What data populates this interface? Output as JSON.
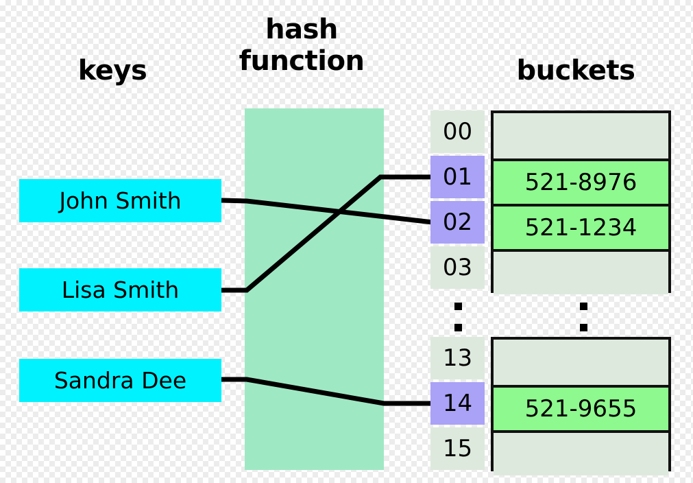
{
  "headings": {
    "keys": "keys",
    "hash_function": "hash\nfunction",
    "buckets": "buckets"
  },
  "keys": [
    {
      "label": "John Smith"
    },
    {
      "label": "Lisa Smith"
    },
    {
      "label": "Sandra Dee"
    }
  ],
  "indices": [
    {
      "label": "00",
      "active": false
    },
    {
      "label": "01",
      "active": true
    },
    {
      "label": "02",
      "active": true
    },
    {
      "label": "03",
      "active": false
    },
    {
      "label": "13",
      "active": false
    },
    {
      "label": "14",
      "active": true
    },
    {
      "label": "15",
      "active": false
    }
  ],
  "buckets_top": [
    {
      "value": "",
      "filled": false
    },
    {
      "value": "521-8976",
      "filled": true
    },
    {
      "value": "521-1234",
      "filled": true
    },
    {
      "value": "",
      "filled": false
    }
  ],
  "buckets_bottom": [
    {
      "value": "",
      "filled": false
    },
    {
      "value": "521-9655",
      "filled": true
    },
    {
      "value": "",
      "filled": false
    }
  ],
  "separators": {
    "index_ellipsis": "vertical-ellipsis",
    "bucket_ellipsis": "vertical-ellipsis"
  },
  "mappings": [
    {
      "from": "John Smith",
      "to": "02"
    },
    {
      "from": "Lisa Smith",
      "to": "01"
    },
    {
      "from": "Sandra Dee",
      "to": "14"
    }
  ],
  "colors": {
    "key_box": "#00f2ff",
    "hash_band": "#9fe8c4",
    "index_active": "#a9a2f7",
    "index_plain": "#dee9dd",
    "bucket_empty": "#dee9dd",
    "bucket_filled": "#8ef98e",
    "border": "#111111",
    "text": "#000000"
  }
}
